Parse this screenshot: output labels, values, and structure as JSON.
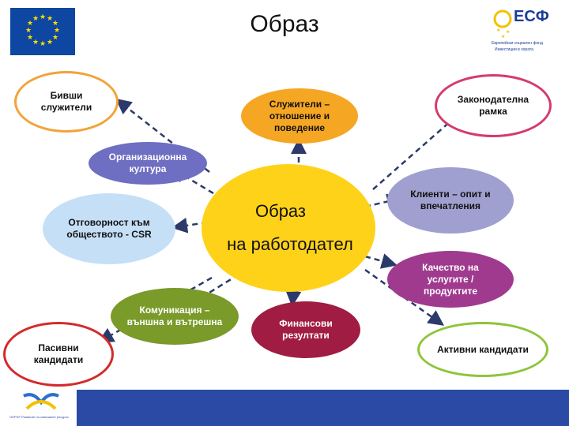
{
  "title": "Образ",
  "center": {
    "line1": "Образ",
    "line2": "на работодател"
  },
  "nodes": {
    "former_employees": "Бивши\nслужители",
    "employees": "Служители –\nотношение и\nповедение",
    "legal_framework": "Законодателна\nрамка",
    "org_culture": "Организационна\nкултура",
    "csr": "Отговорност към\nобществото - CSR",
    "clients": "Клиенти – опит и\nвпечатления",
    "quality": "Качество на\nуслугите /\nпродуктите",
    "communication": "Комуникация –\nвъншна и вътрешна",
    "financial": "Финансови\nрезултати",
    "passive": "Пасивни\nкандидати",
    "active": "Активни кандидати"
  },
  "logos": {
    "esf_text": "ЕСФ",
    "esf_sub": "Европейски социален фонд",
    "esf_sub2": "Инвестиции в хората",
    "bottom_text": "ОПРЧР Развитие на човешките ресурси"
  },
  "colors": {
    "center": "#ffd21a",
    "employees": "#f5a623",
    "org_culture": "#6e6ec2",
    "csr": "#c5dff7",
    "clients": "#9f9fd0",
    "quality": "#a03a8f",
    "communication": "#7a9a2a",
    "financial": "#a01c42",
    "former_ring": "#f2a33a",
    "legal_ring": "#d63a6a",
    "passive_ring": "#d42a2a",
    "active_ring": "#8fc43a",
    "arrow": "#2b3a6b"
  }
}
